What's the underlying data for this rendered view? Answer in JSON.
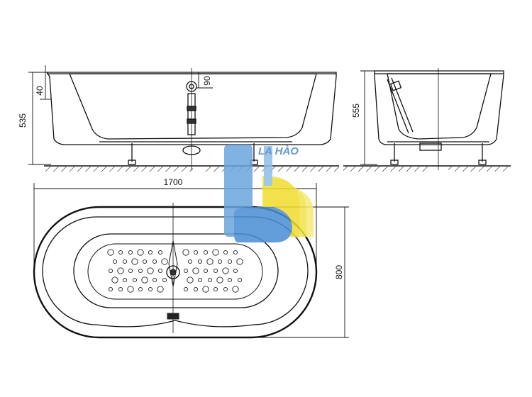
{
  "front_view": {
    "height_label": "535",
    "rim_label": "40",
    "faucet_label": "90"
  },
  "side_view": {
    "height_label": "555"
  },
  "top_view": {
    "length_label": "1700",
    "width_label": "800"
  },
  "watermark": {
    "text": "LA HÀO",
    "colors": {
      "blue": "#5b9bd5",
      "yellow": "#f3e34a",
      "text": "#4a86c8"
    }
  }
}
